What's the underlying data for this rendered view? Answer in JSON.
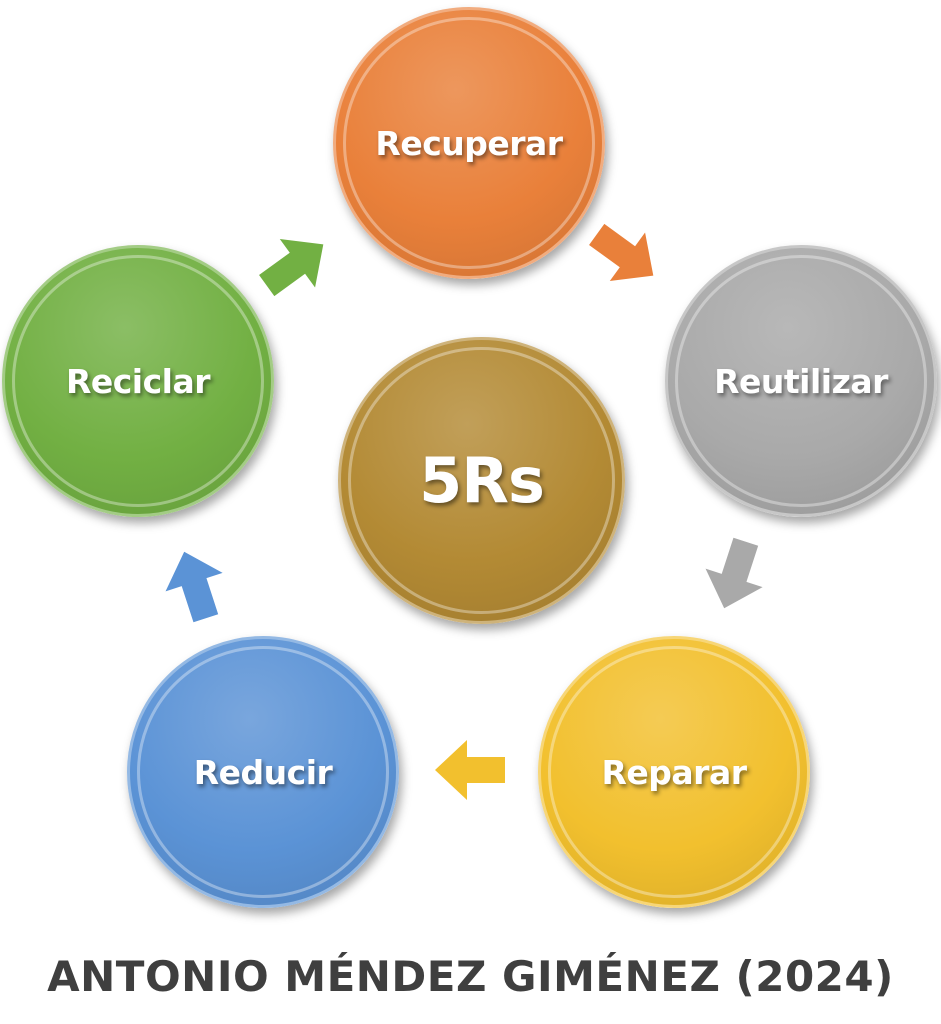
{
  "diagram": {
    "center": {
      "label": "5Rs",
      "color": "#b38a34"
    },
    "nodes": [
      {
        "label": "Recuperar",
        "color": "#e9803a"
      },
      {
        "label": "Reutilizar",
        "color": "#a9a9a9"
      },
      {
        "label": "Reparar",
        "color": "#f2c02e"
      },
      {
        "label": "Reducir",
        "color": "#5b93d6"
      },
      {
        "label": "Reciclar",
        "color": "#72b043"
      }
    ],
    "arrows": [
      {
        "from": "Recuperar",
        "to": "Reutilizar",
        "color": "#e9803a"
      },
      {
        "from": "Reutilizar",
        "to": "Reparar",
        "color": "#a9a9a9"
      },
      {
        "from": "Reparar",
        "to": "Reducir",
        "color": "#f2c02e"
      },
      {
        "from": "Reducir",
        "to": "Reciclar",
        "color": "#5b93d6"
      },
      {
        "from": "Reciclar",
        "to": "Recuperar",
        "color": "#72b043"
      }
    ]
  },
  "credit": "ANTONIO MÉNDEZ GIMÉNEZ (2024)"
}
